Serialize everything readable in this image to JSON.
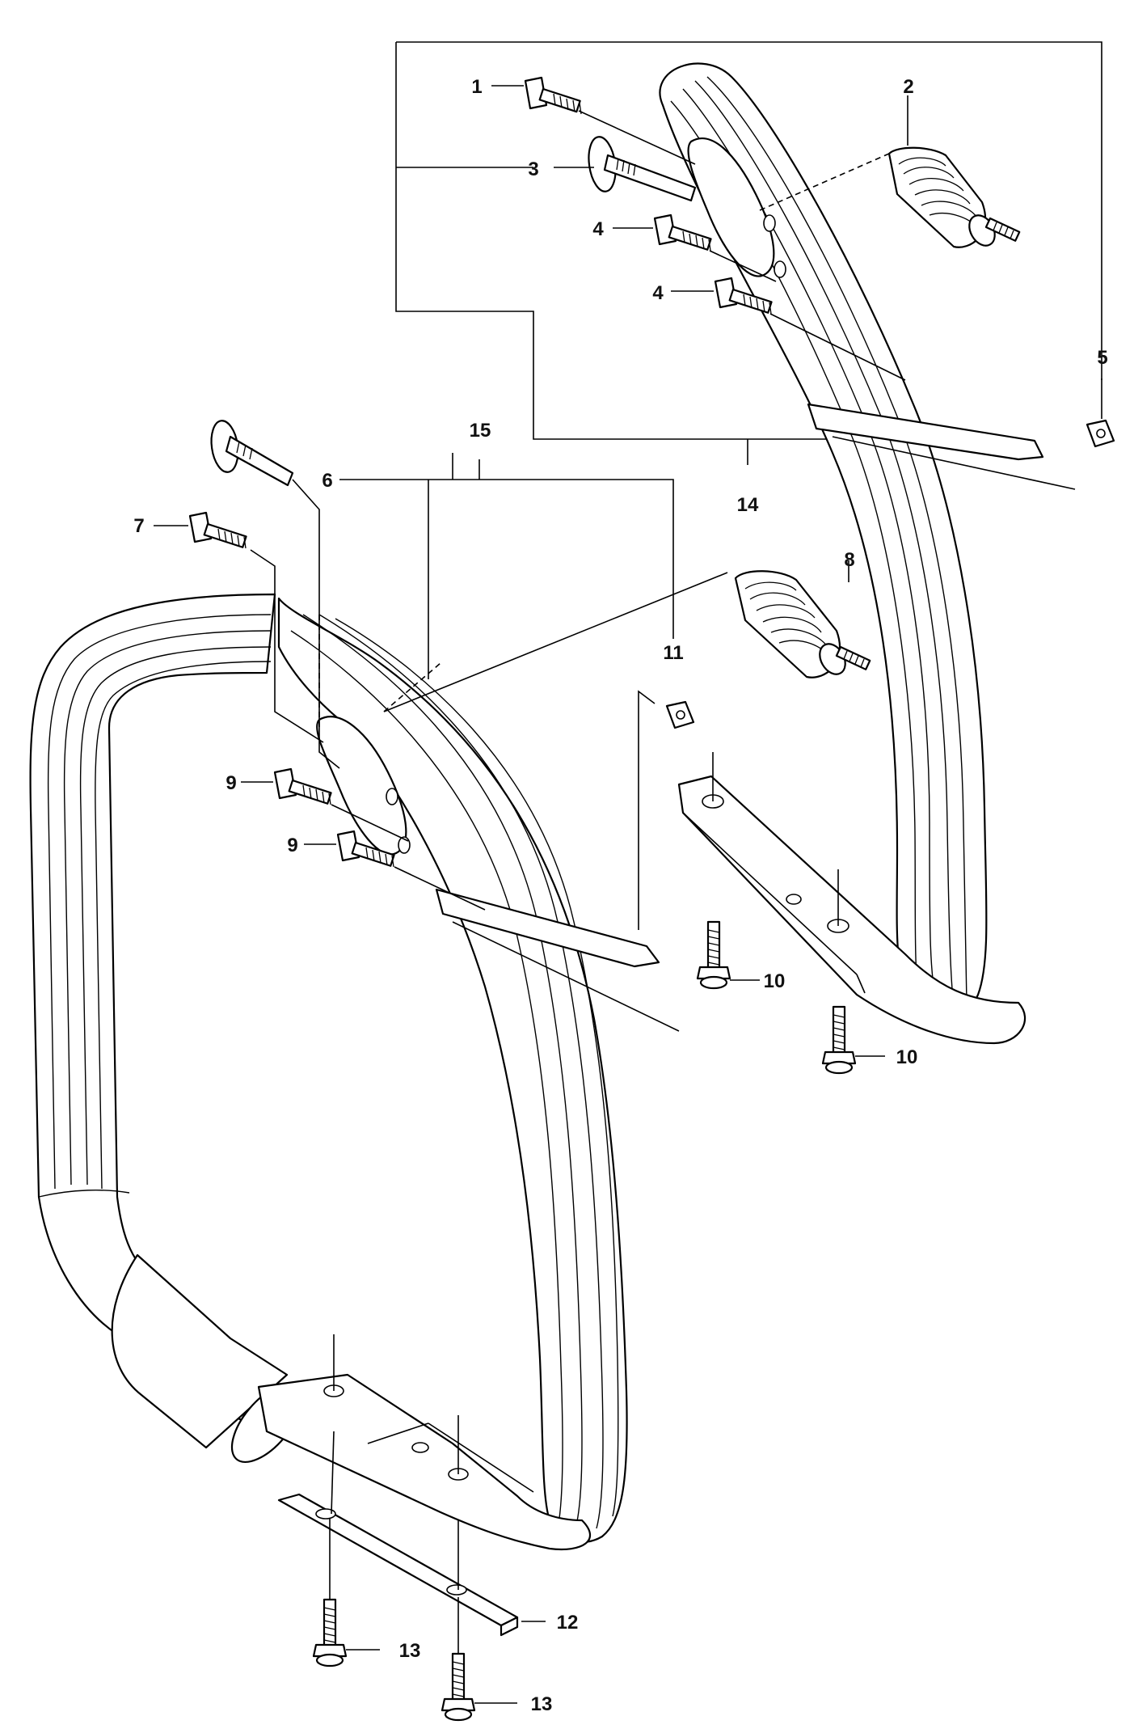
{
  "callouts": {
    "c1": "1",
    "c2": "2",
    "c3": "3",
    "c4a": "4",
    "c4b": "4",
    "c5": "5",
    "c6": "6",
    "c7": "7",
    "c8": "8",
    "c9a": "9",
    "c9b": "9",
    "c10a": "10",
    "c10b": "10",
    "c11": "11",
    "c12": "12",
    "c13a": "13",
    "c13b": "13",
    "c14": "14",
    "c15": "15"
  },
  "colors": {
    "ink": "#000000",
    "paper": "#ffffff"
  }
}
